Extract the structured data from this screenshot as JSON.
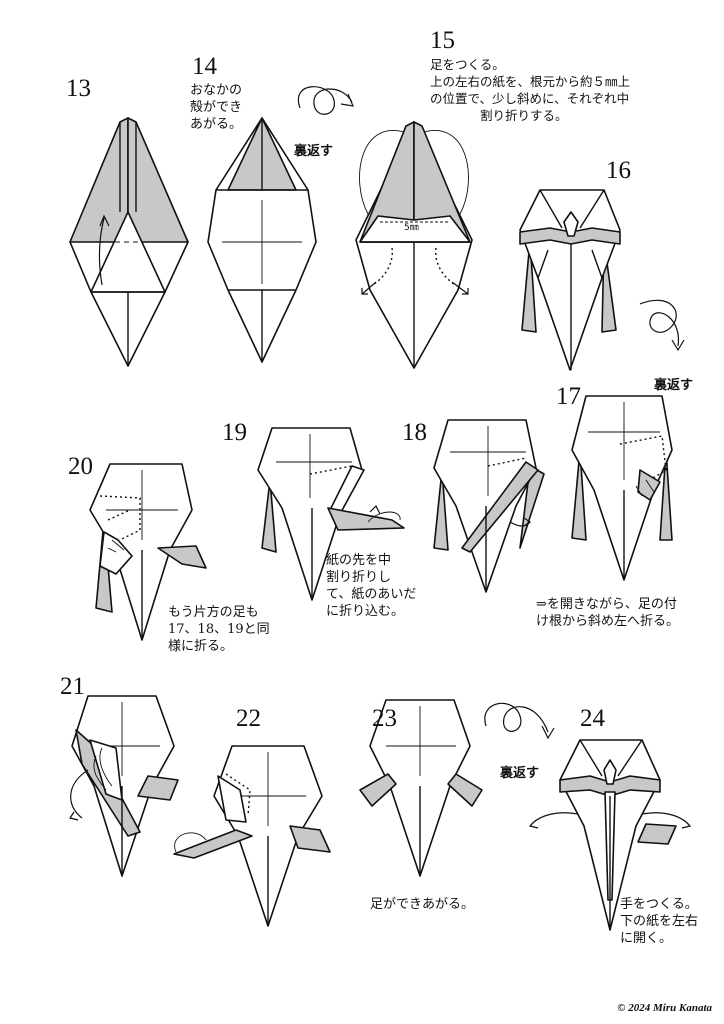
{
  "steps": [
    {
      "num": "13"
    },
    {
      "num": "14",
      "note": "おなかの\n殻ができ\nあがる。"
    },
    {
      "num": "15",
      "note": "足をつくる。\n上の左右の紙を、根元から約５㎜上\nの位置で、少し斜めに、それぞれ中\n　　　　割り折りする。",
      "measure": "5㎜"
    },
    {
      "num": "16"
    },
    {
      "num": "17",
      "note": "⇒を開きながら、足の付\nけ根から斜め左へ折る。"
    },
    {
      "num": "18"
    },
    {
      "num": "19",
      "note": "紙の先を中\n割り折りし\nて、紙のあいだ\nに折り込む。"
    },
    {
      "num": "20",
      "note": "もう片方の足も\n17、18、19と同\n様に折る。"
    },
    {
      "num": "21"
    },
    {
      "num": "22"
    },
    {
      "num": "23",
      "note": "足ができあがる。"
    },
    {
      "num": "24",
      "note": "手をつくる。\n下の紙を左右\nに開く。"
    }
  ],
  "flip_labels": [
    "裏返す",
    "裏返す",
    "裏返す"
  ],
  "copyright": "© 2024 Miru Kanata",
  "colors": {
    "shade": "#c8c8c8",
    "line": "#111111",
    "paper": "#ffffff"
  }
}
